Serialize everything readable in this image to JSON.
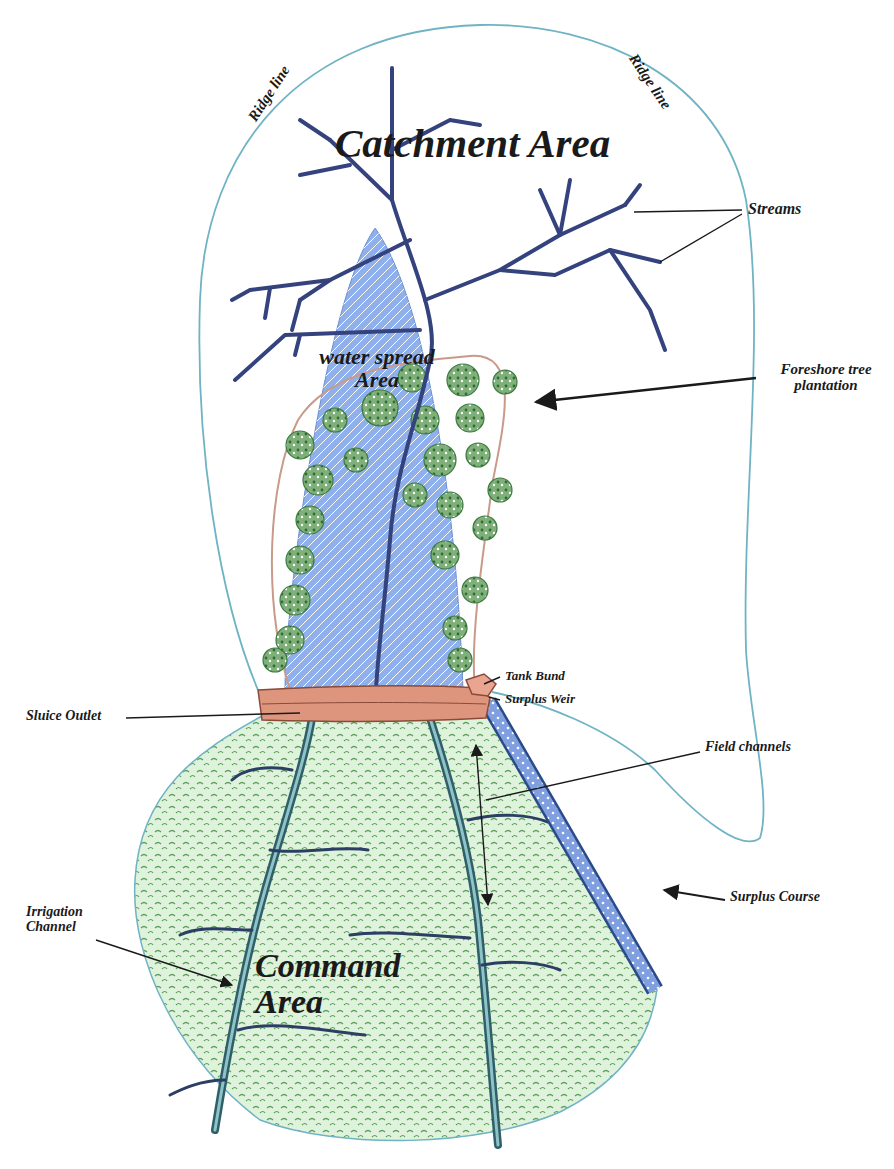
{
  "diagram": {
    "nodes": [
      {
        "text": [
          "Catchment Area"
        ]
      },
      {
        "text": [
          "water spread Area"
        ],
        "in": 0
      },
      {
        "text": [
          "Command Area"
        ]
      }
    ],
    "labels": [
      "Ridge line",
      "Ridge line",
      "Streams",
      "Foreshore tree plantation",
      "Tank Bund",
      "Surplus Weir",
      "Sluice Outlet",
      "Field channels",
      "Surplus Course",
      "Irrigation Channel"
    ]
  }
}
